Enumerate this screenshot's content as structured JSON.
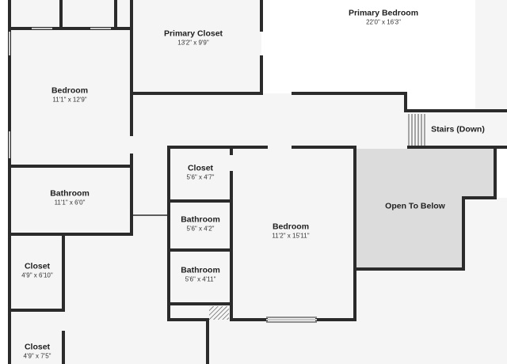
{
  "rooms": {
    "primary_bedroom": {
      "name": "Primary Bedroom",
      "dims": "22'0\" x 16'3\""
    },
    "primary_closet": {
      "name": "Primary Closet",
      "dims": "13'2\" x 9'9\""
    },
    "bedroom_west": {
      "name": "Bedroom",
      "dims": "11'1\" x 12'9\""
    },
    "bathroom_west": {
      "name": "Bathroom",
      "dims": "11'1\" x 6'0\""
    },
    "closet_sw_upper": {
      "name": "Closet",
      "dims": "4'9\" x 6'10\""
    },
    "closet_sw_lower": {
      "name": "Closet",
      "dims": "4'9\" x 7'5\""
    },
    "closet_center": {
      "name": "Closet",
      "dims": "5'6\" x 4'7\""
    },
    "bathroom_center_upper": {
      "name": "Bathroom",
      "dims": "5'6\" x 4'2\""
    },
    "bathroom_center_lower": {
      "name": "Bathroom",
      "dims": "5'6\" x 4'11\""
    },
    "bedroom_center": {
      "name": "Bedroom",
      "dims": "11'2\" x 15'11\""
    },
    "stairs": {
      "name": "Stairs (Down)"
    },
    "open_to_below": {
      "name": "Open To Below"
    }
  },
  "colors": {
    "wall": "#2b2b2b",
    "floor": "#f5f5f5",
    "open_area": "#dcdcdc",
    "window": "#c8c8c8"
  }
}
